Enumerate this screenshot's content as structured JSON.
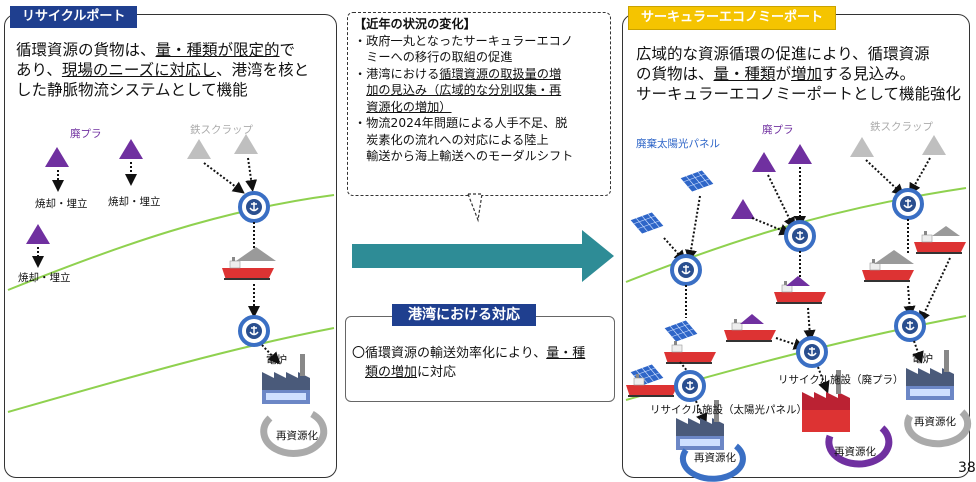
{
  "left": {
    "tag": "リサイクルポート",
    "desc": [
      [
        {
          "t": "循環資源の貨物は、"
        },
        {
          "t": "量・種類が限定的",
          "u": true
        },
        {
          "t": "で"
        }
      ],
      [
        {
          "t": "あり、"
        },
        {
          "t": "現場のニーズに対応し",
          "u": true
        },
        {
          "t": "、港湾を核と"
        }
      ],
      [
        {
          "t": "した静脈物流システムとして機能"
        }
      ]
    ],
    "labels": {
      "haipura": "廃プラ",
      "iron": "鉄スクラップ",
      "burn1": "焼却・埋立",
      "burn2": "焼却・埋立",
      "burn3": "焼却・埋立",
      "furnace": "電炉",
      "recycle": "再資源化"
    }
  },
  "center": {
    "note": [
      [
        {
          "t": "【近年の状況の変化】",
          "b": true
        }
      ],
      [
        {
          "t": "・政府一丸となったサーキュラーエコノ"
        }
      ],
      [
        {
          "t": "　ミーへの移行の取組の促進"
        }
      ],
      [
        {
          "t": "・港湾における"
        },
        {
          "t": "循環資源の取扱量の増",
          "u": true
        }
      ],
      [
        {
          "t": "　"
        },
        {
          "t": "加の見込み（広域的な分別収集・再",
          "u": true
        }
      ],
      [
        {
          "t": "　"
        },
        {
          "t": "資源化の増加）",
          "u": true
        }
      ],
      [
        {
          "t": "・物流2024年問題による人手不足、脱"
        }
      ],
      [
        {
          "t": "　炭素化の流れへの対応による陸上"
        }
      ],
      [
        {
          "t": "　輸送から海上輸送へのモーダルシフト"
        }
      ]
    ],
    "response_tag": "港湾における対応",
    "response": [
      [
        {
          "t": "〇循環資源の輸送効率化により、"
        },
        {
          "t": "量・種",
          "u": true
        }
      ],
      [
        {
          "t": "　"
        },
        {
          "t": "類の増加",
          "u": true
        },
        {
          "t": "に対応"
        }
      ]
    ]
  },
  "right": {
    "tag": "サーキュラーエコノミーポート",
    "desc": [
      [
        {
          "t": "広域的な資源循環の促進により、循環資源"
        }
      ],
      [
        {
          "t": "の貨物は、"
        },
        {
          "t": "量・種類",
          "u": true
        },
        {
          "t": "が"
        },
        {
          "t": "増加",
          "u": true
        },
        {
          "t": "する見込み。"
        }
      ],
      [
        {
          "t": "サーキュラーエコノミーポートとして機能強化"
        }
      ]
    ],
    "labels": {
      "solar": "廃棄太陽光パネル",
      "haipura": "廃プラ",
      "iron": "鉄スクラップ",
      "furnace": "電炉",
      "facility_plastic": "リサイクル施設（廃プラ）",
      "facility_solar": "リサイクル施設（太陽光パネル）",
      "recycle1": "再資源化",
      "recycle2": "再資源化",
      "recycle3": "再資源化"
    }
  },
  "colors": {
    "tag_blue": "#1f3f8f",
    "tag_yellow": "#f5c400",
    "arrow": "#2e8c96",
    "purple": "#7030a0",
    "gray": "#bfbfbf",
    "coast": "#8fd14f",
    "port": "#3a6fc4"
  },
  "page_number": "38"
}
